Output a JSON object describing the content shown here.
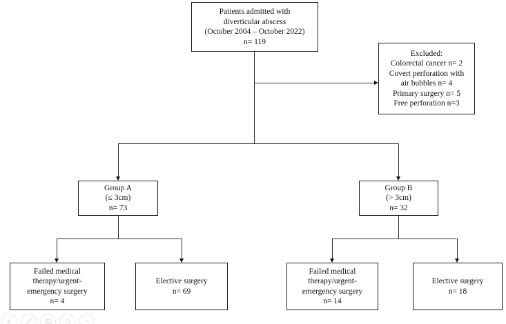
{
  "diagram": {
    "title": "Patient selection flowchart for diverticular abscess cohort",
    "type": "flowchart",
    "line_color": "#2b2b2b",
    "box_border_color": "#1a1a1a",
    "text_color": "#101010",
    "background": "#ffffff"
  },
  "nodes": {
    "admitted": {
      "label": "Patients admitted with\ndiverticular abscess\n(October 2004 – October 2022)\nn= 119",
      "n": 119
    },
    "excluded": {
      "label": "Excluded:\nColorectal cancer n= 2\nCovert perforation with\nair bubbles n= 4\nPrimary surgery n= 5\nFree perforation n=3",
      "items": [
        {
          "reason": "Colorectal cancer",
          "n": 2
        },
        {
          "reason": "Covert perforation with air bubbles",
          "n": 4
        },
        {
          "reason": "Primary surgery",
          "n": 5
        },
        {
          "reason": "Free perforation",
          "n": 3
        }
      ]
    },
    "group_a": {
      "label": "Group A\n(≤ 3cm)\nn= 73",
      "name": "Group A",
      "criterion": "≤ 3cm",
      "n": 73
    },
    "group_b": {
      "label": "Group B\n(> 3cm)\nn= 32",
      "name": "Group B",
      "criterion": "> 3cm",
      "n": 32
    },
    "a_failed": {
      "label": "Failed medical\ntherapy/urgent-\nemergency surgery\nn= 4",
      "n": 4
    },
    "a_elective": {
      "label": "Elective surgery\nn= 69",
      "n": 69
    },
    "b_failed": {
      "label": "Failed medical\ntherapy/urgent-\nemergency surgery\nn= 14",
      "n": 14
    },
    "b_elective": {
      "label": "Elective surgery\nn= 18",
      "n": 18
    }
  },
  "toolbar": {
    "buttons": [
      {
        "icon": "pointer-icon",
        "name": "select-tool"
      },
      {
        "icon": "pencil-icon",
        "name": "draw-tool"
      },
      {
        "icon": "image-icon",
        "name": "image-tool"
      },
      {
        "icon": "search-icon",
        "name": "zoom-in-tool"
      },
      {
        "icon": "minus-icon",
        "name": "zoom-out-tool"
      }
    ]
  }
}
